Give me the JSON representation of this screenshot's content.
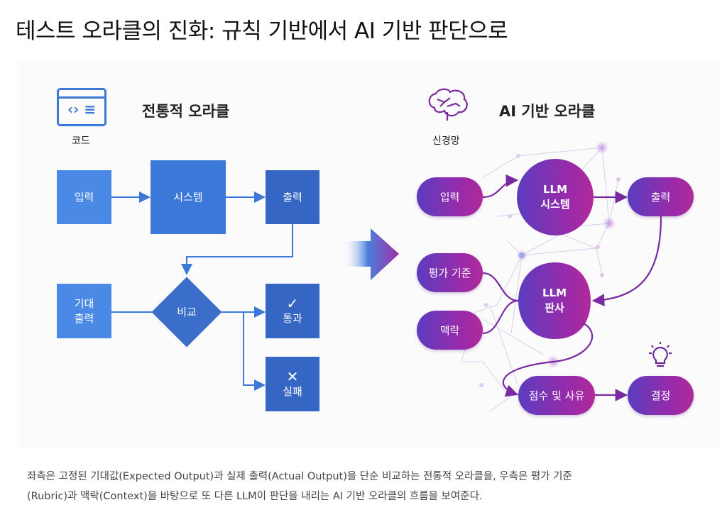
{
  "title": "테스트 오라클의 진화: 규칙 기반에서 AI 기반 판단으로",
  "left": {
    "heading": "전통적 오라클",
    "icon_label": "코드",
    "icon": "code-window-icon",
    "nodes": {
      "input": "입력",
      "system": "시스템",
      "output": "출력",
      "expected_line1": "기대",
      "expected_line2": "출력",
      "compare": "비교",
      "pass": "통과",
      "fail": "실패"
    },
    "colors": {
      "input": "#4a8ae6",
      "system": "#3b78d8",
      "output": "#3566c4",
      "diamond": "#3a6ec8"
    }
  },
  "right": {
    "heading": "AI 기반 오라클",
    "icon_label": "신경망",
    "icon": "brain-icon",
    "nodes": {
      "input": "입력",
      "llm_system_line1": "LLM",
      "llm_system_line2": "시스템",
      "output": "출력",
      "rubric": "평가 기준",
      "context": "맥락",
      "judge_line1": "LLM",
      "judge_line2": "판사",
      "score": "점수 및 사유",
      "decision": "결정"
    },
    "colors": {
      "start": "#5b3dbf",
      "end": "#b02a9a",
      "arrow": "#7a2aa0"
    }
  },
  "caption": {
    "line1": "좌측은 고정된 기대값(Expected Output)과 실제 출력(Actual Output)을 단순 비교하는 전통적 오라클을, 우측은 평가 기준",
    "line2": "(Rubric)과 맥락(Context)을 바탕으로 또 다른 LLM이 판단을 내리는 AI 기반 오라클의 흐름을 보여준다."
  }
}
